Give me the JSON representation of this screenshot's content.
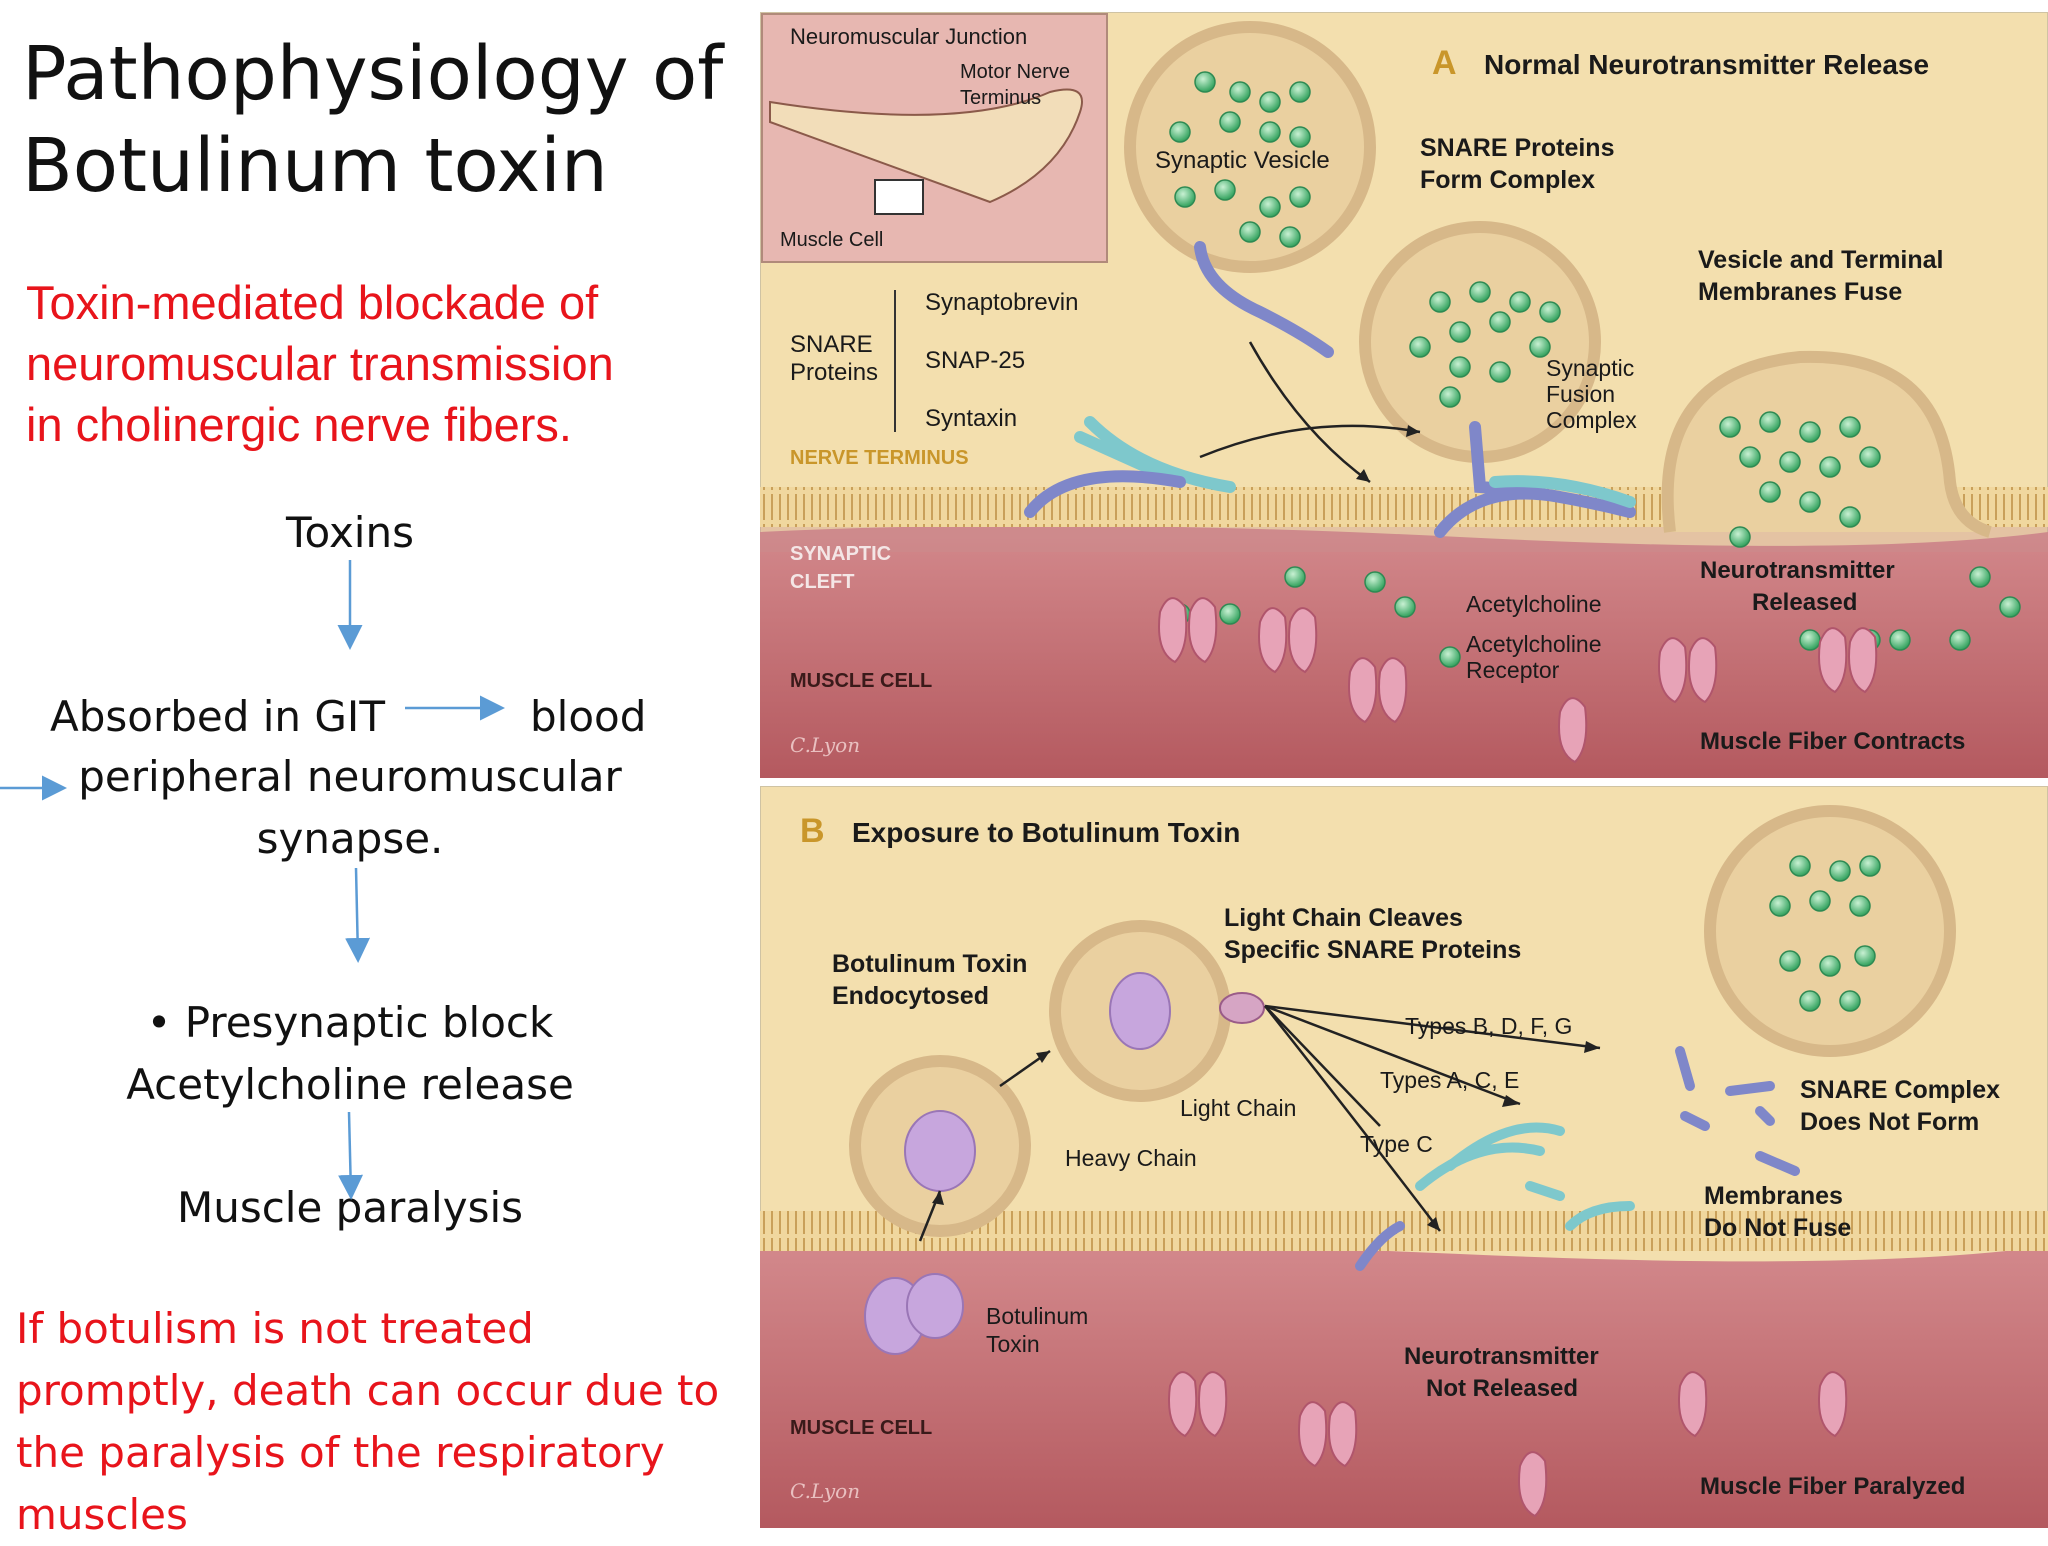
{
  "slide": {
    "title": "Pathophysiology of\nBotulinum toxin",
    "subtitle": "Toxin-mediated blockade of\nneuromuscular transmission\nin cholinergic nerve fibers.",
    "flow": {
      "toxins": "Toxins",
      "absorbed": "Absorbed in GIT",
      "blood": "blood",
      "peripheral": "peripheral neuromuscular",
      "synapse": "synapse.",
      "presynaptic": "• Presynaptic block",
      "ach_release": "Acetylcholine release",
      "paralysis": "Muscle paralysis"
    },
    "footnote": "If botulism is not treated\npromptly, death can occur due to\nthe paralysis of the respiratory\nmuscles"
  },
  "panel_a": {
    "letter": "A",
    "heading": "Normal Neurotransmitter Release",
    "inset_title": "Neuromuscular Junction",
    "inset_motor_1": "Motor Nerve",
    "inset_motor_2": "Terminus",
    "inset_muscle": "Muscle Cell",
    "snare_1": "SNARE",
    "snare_2": "Proteins",
    "synaptobrevin": "Synaptobrevin",
    "snap25": "SNAP-25",
    "syntaxin": "Syntaxin",
    "nerve_terminus": "NERVE TERMINUS",
    "synaptic_1": "SYNAPTIC",
    "synaptic_2": "CLEFT",
    "muscle_cell": "MUSCLE CELL",
    "synaptic_vesicle": "Synaptic Vesicle",
    "snare_form_1": "SNARE Proteins",
    "snare_form_2": "Form Complex",
    "fuse_1": "Vesicle and Terminal",
    "fuse_2": "Membranes Fuse",
    "fusion_1": "Synaptic",
    "fusion_2": "Fusion",
    "fusion_3": "Complex",
    "released_1": "Neurotransmitter",
    "released_2": "Released",
    "acetylcholine": "Acetylcholine",
    "receptor_1": "Acetylcholine",
    "receptor_2": "Receptor",
    "contracts": "Muscle Fiber Contracts",
    "signature": "C.Lyon"
  },
  "panel_b": {
    "letter": "B",
    "heading": "Exposure to Botulinum Toxin",
    "endocytosed_1": "Botulinum Toxin",
    "endocytosed_2": "Endocytosed",
    "cleaves_1": "Light Chain Cleaves",
    "cleaves_2": "Specific SNARE Proteins",
    "light_chain": "Light Chain",
    "heavy_chain": "Heavy Chain",
    "types_bdfg": "Types B, D, F, G",
    "types_ace": "Types A, C, E",
    "type_c": "Type C",
    "no_complex_1": "SNARE Complex",
    "no_complex_2": "Does Not Form",
    "no_fuse_1": "Membranes",
    "no_fuse_2": "Do Not Fuse",
    "toxin_1": "Botulinum",
    "toxin_2": "Toxin",
    "not_released_1": "Neurotransmitter",
    "not_released_2": "Not Released",
    "muscle_cell": "MUSCLE CELL",
    "paralyzed": "Muscle Fiber Paralyzed",
    "signature": "C.Lyon"
  },
  "colors": {
    "red_text": "#e8141b",
    "arrow_blue": "#5b9bd5",
    "cytoplasm": "#f3dfae",
    "muscle": "#c9767c",
    "vesicle_dot": "#5fbf7f",
    "label_gold": "#c9962a"
  }
}
